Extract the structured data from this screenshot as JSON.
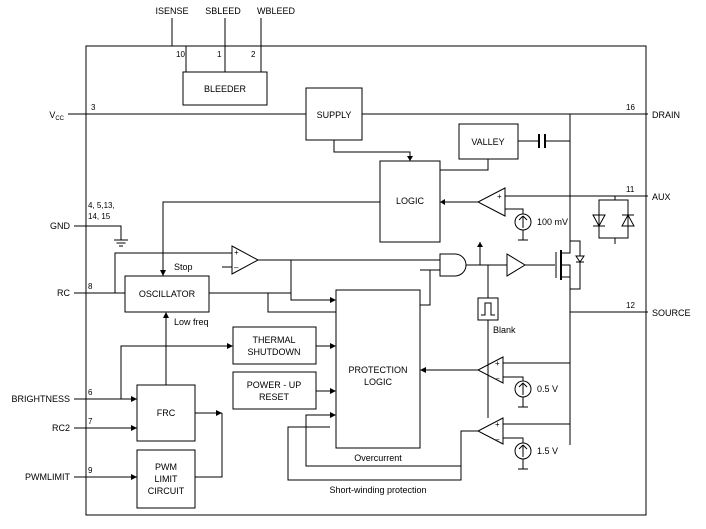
{
  "pins_top": {
    "isense": "ISENSE",
    "sbleed": "SBLEED",
    "wbleed": "WBLEED",
    "n_isense": "10",
    "n_sbleed": "1",
    "n_wbleed": "2"
  },
  "pins_left": {
    "vcc": "V",
    "vcc_sub": "CC",
    "n_vcc": "3",
    "gnd": "GND",
    "n_gnd_a": "4, 5,13,",
    "n_gnd_b": "14, 15",
    "rc": "RC",
    "n_rc": "8",
    "brightness": "BRIGHTNESS",
    "n_brightness": "6",
    "rc2": "RC2",
    "n_rc2": "7",
    "pwmlimit": "PWMLIMIT",
    "n_pwmlimit": "9"
  },
  "pins_right": {
    "drain": "DRAIN",
    "n_drain": "16",
    "aux": "AUX",
    "n_aux": "11",
    "source": "SOURCE",
    "n_source": "12"
  },
  "blocks": {
    "bleeder": "BLEEDER",
    "supply": "SUPPLY",
    "valley": "VALLEY",
    "logic": "LOGIC",
    "oscillator": "OSCILLATOR",
    "thermal_1": "THERMAL",
    "thermal_2": "SHUTDOWN",
    "powerup_1": "POWER - UP",
    "powerup_2": "RESET",
    "protection_1": "PROTECTION",
    "protection_2": "LOGIC",
    "frc": "FRC",
    "pwm_1": "PWM",
    "pwm_2": "LIMIT",
    "pwm_3": "CIRCUIT"
  },
  "labels": {
    "stop": "Stop",
    "low_freq": "Low freq",
    "blank": "Blank",
    "overcurrent": "Overcurrent",
    "short_winding": "Short-winding protection",
    "v100": "100 mV",
    "v05": "0.5 V",
    "v15": "1.5 V"
  }
}
